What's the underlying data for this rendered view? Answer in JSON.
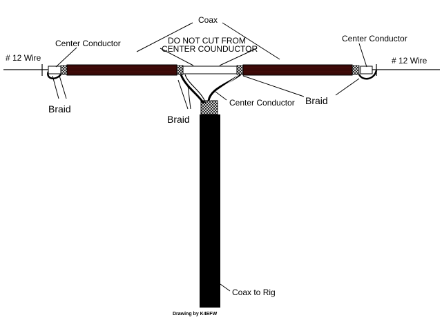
{
  "labels": {
    "coax": "Coax",
    "warning_line1": "DO NOT CUT FROM",
    "warning_line2": "CENTER COUNDUCTOR",
    "center_conductor_left": "Center Conductor",
    "center_conductor_right": "Center Conductor",
    "center_conductor_middle": "Center Conductor",
    "wire_left": "# 12 Wire",
    "wire_right": "# 12 Wire",
    "braid_left": "Braid",
    "braid_middle": "Braid",
    "braid_right": "Braid",
    "coax_to_rig": "Coax to Rig",
    "credit": "Drawing by K4EFW"
  },
  "colors": {
    "coax_jacket": "#3a0a08",
    "feedline": "#000000",
    "conductor": "#ffffff",
    "background": "#ffffff",
    "line": "#000000"
  }
}
